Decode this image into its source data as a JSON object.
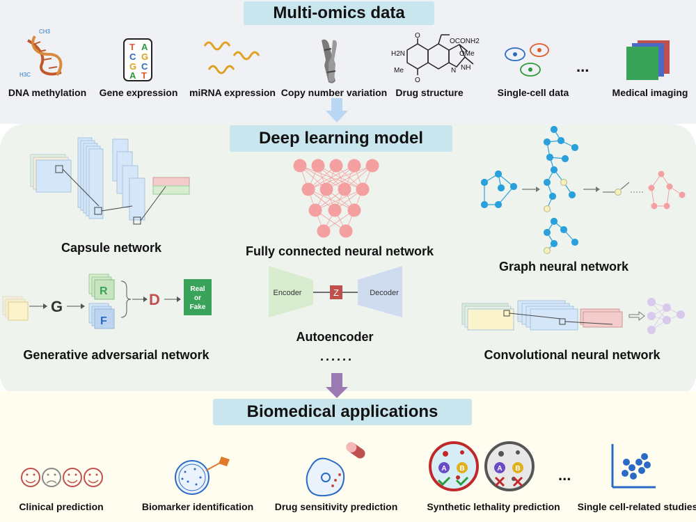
{
  "sections": {
    "multiomics": {
      "title": "Multi-omics data"
    },
    "deep_learning": {
      "title": "Deep learning model"
    },
    "biomedical": {
      "title": "Biomedical applications"
    }
  },
  "omics_items": [
    {
      "label": "DNA methylation",
      "icon": "dna-icon",
      "mark_top": "CH3",
      "mark_bottom": "H3C"
    },
    {
      "label": "Gene expression",
      "icon": "gene-letters-icon",
      "letters": [
        "T",
        "A",
        "C",
        "G",
        "G",
        "C",
        "A",
        "T"
      ]
    },
    {
      "label": "miRNA expression",
      "icon": "mirna-wave-icon"
    },
    {
      "label": "Copy number variation",
      "icon": "chromosome-icon"
    },
    {
      "label": "Drug structure",
      "icon": "molecule-icon",
      "atoms": {
        "ocnh": "OCONH2",
        "h2n": "H2N",
        "ome": "OMe",
        "me": "Me",
        "nh": "NH",
        "n": "N",
        "o1": "O",
        "o2": "O"
      }
    },
    {
      "label": "Single-cell data",
      "icon": "cells-icon"
    },
    {
      "label": "Medical imaging",
      "icon": "image-stack-icon"
    }
  ],
  "ellipsis_short": "...",
  "models": {
    "capsule": "Capsule network",
    "fcnn": "Fully connected neural network",
    "gnn": "Graph neural network",
    "gan": "Generative adversarial network",
    "autoencoder": "Autoencoder",
    "cnn": "Convolutional neural network",
    "more": "......"
  },
  "gan": {
    "g": "G",
    "r": "R",
    "f": "F",
    "d": "D",
    "real": "Real",
    "or": "or",
    "fake": "Fake"
  },
  "ae": {
    "encoder": "Encoder",
    "z": "Z",
    "decoder": "Decoder"
  },
  "applications": [
    {
      "label": "Clinical prediction",
      "icon": "faces-icon"
    },
    {
      "label": "Biomarker identification",
      "icon": "petri-dish-icon"
    },
    {
      "label": "Drug sensitivity prediction",
      "icon": "cell-pill-icon"
    },
    {
      "label": "Synthetic lethality prediction",
      "icon": "lethality-cells-icon",
      "letters": [
        "A",
        "B",
        "A",
        "B"
      ]
    },
    {
      "label": "Single cell-related studies",
      "icon": "scatter-icon"
    }
  ],
  "colors": {
    "title_bg": "#c9e6ef",
    "arrow_blue": "#b9d6f2",
    "arrow_purple": "#9c7bb5",
    "fcnn_node": "#f4a0a0",
    "gnn_node": "#2aa1dc",
    "gan_green": "#3aa35a",
    "ae_red": "#c0504d"
  }
}
